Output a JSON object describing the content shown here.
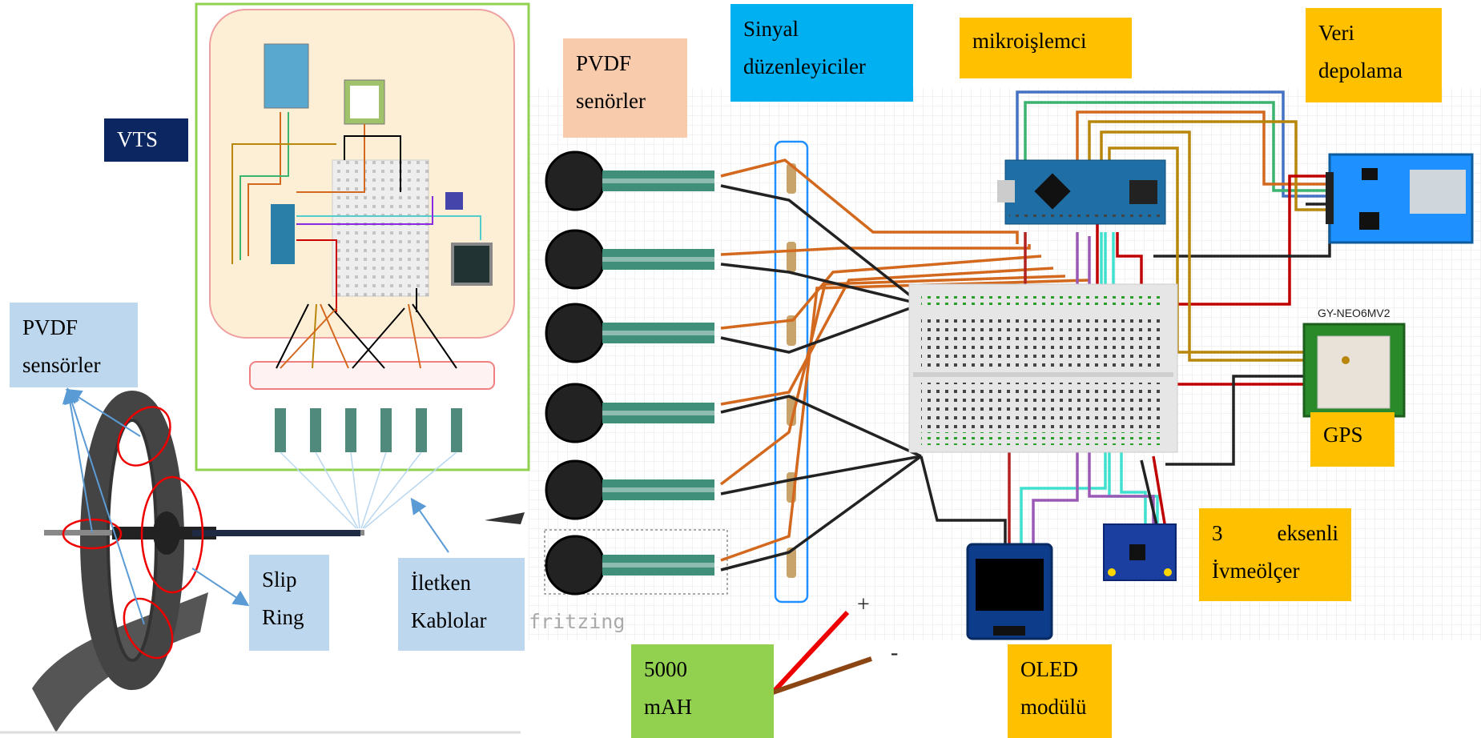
{
  "labels": {
    "vts": "VTS",
    "pvdf_left_1": "PVDF",
    "pvdf_left_2": "sensörler",
    "slip_1": "Slip",
    "slip_2": "Ring",
    "iletken_1": "İletken",
    "iletken_2": "Kablolar",
    "pvdf_top_1": "PVDF",
    "pvdf_top_2": "senörler",
    "sinyal_1": "Sinyal",
    "sinyal_2": "düzenleyiciler",
    "mikro": "mikroişlemci",
    "veri_1": "Veri",
    "veri_2": "depolama",
    "gps": "GPS",
    "ivme_1a": "3",
    "ivme_1b": "eksenli",
    "ivme_2": "İvmeölçer",
    "oled_1": "OLED",
    "oled_2": "modülü",
    "battery_1": "5000",
    "battery_2": "mAH",
    "plus": "+",
    "minus": "-",
    "fritzing": "fritzing",
    "gps_chip": "GY-NEO6MV2"
  },
  "colors": {
    "navy": "#0b2660",
    "lightblue": "#bdd7ee",
    "peach": "#f8cbad",
    "cyan": "#00b0f0",
    "amber": "#ffc000",
    "green": "#92d050",
    "wire_orange": "#d2691e",
    "wire_black": "#222222",
    "wire_red": "#c00000"
  }
}
